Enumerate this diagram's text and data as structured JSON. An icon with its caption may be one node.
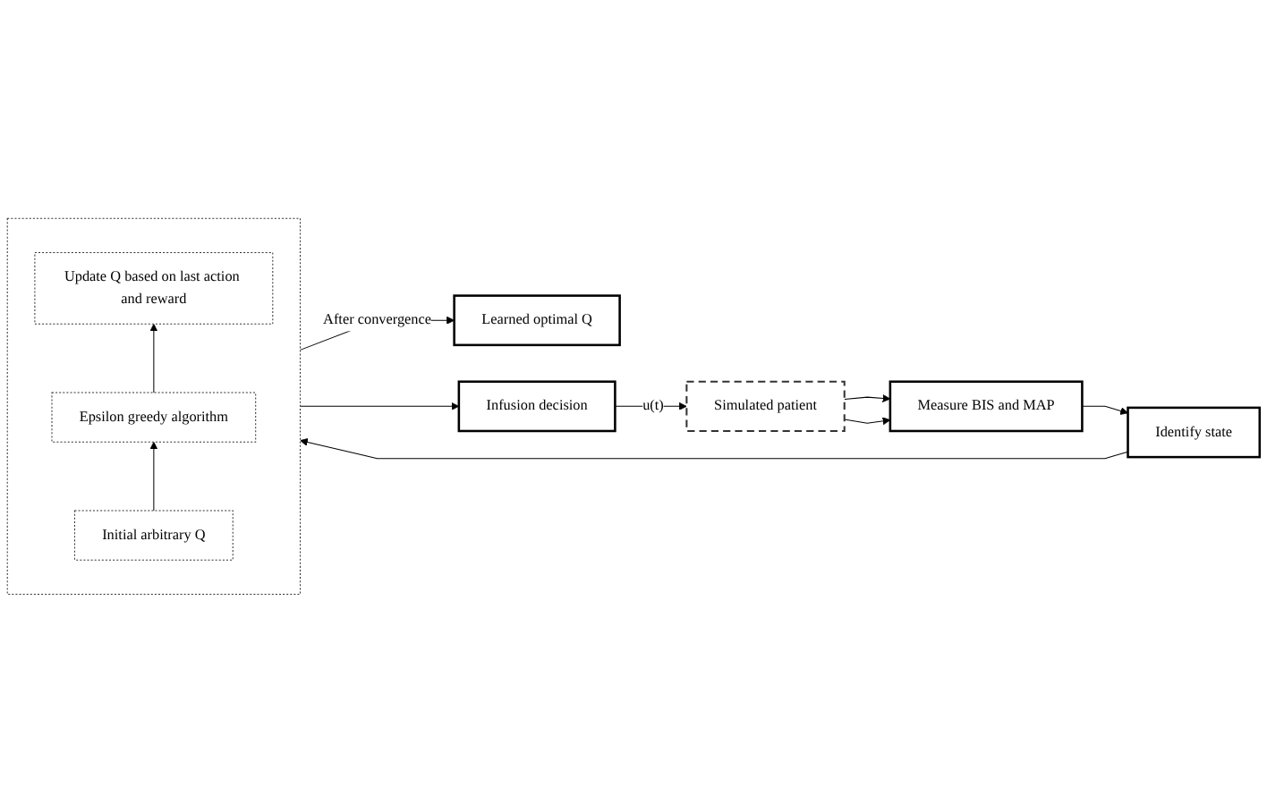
{
  "diagram": {
    "nodes": [
      {
        "text": [
          "Learned optimal Q"
        ]
      },
      {
        "text": [],
        "shape": "box"
      },
      {
        "text": [
          "Update Q based on last action and reward"
        ],
        "in": 1
      },
      {
        "text": [
          "Measure BIS and MAP"
        ]
      },
      {
        "text": [
          "Identify state"
        ]
      },
      {
        "text": [
          "Epsilon greedy algorithm"
        ],
        "in": 1
      },
      {
        "text": [
          "Initial arbitrary Q"
        ],
        "in": 1
      },
      {
        "text": [
          "Simulated patient"
        ]
      },
      {
        "text": [
          "Infusion decision"
        ]
      }
    ],
    "edges": [
      {
        "from": 1,
        "to": 0,
        "arrow": "to",
        "label": "After convergence"
      },
      {
        "from": 7,
        "to": 3,
        "arrow": "to"
      },
      {
        "from": 7,
        "to": 3,
        "arrow": "to"
      },
      {
        "from": 3,
        "to": 4,
        "arrow": "to"
      },
      {
        "from": 4,
        "to": 1,
        "arrow": "to"
      },
      {
        "from": 5,
        "to": 2,
        "arrow": "to"
      },
      {
        "from": 6,
        "to": 5,
        "arrow": "to"
      },
      {
        "from": 1,
        "to": 8,
        "arrow": "to"
      },
      {
        "from": 8,
        "to": 7,
        "arrow": "to",
        "label": "u(t)"
      }
    ]
  }
}
